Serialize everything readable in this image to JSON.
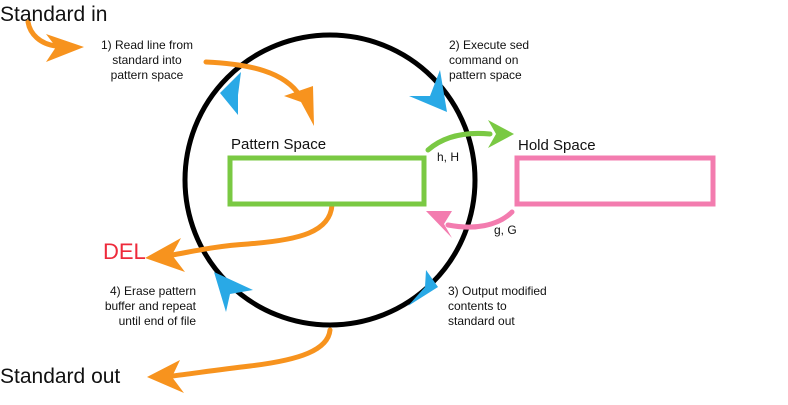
{
  "labels": {
    "standard_in": "Standard in",
    "standard_out": "Standard out",
    "del": "DEL",
    "pattern_space": "Pattern Space",
    "hold_space": "Hold Space",
    "hold_ops": "h, H",
    "get_ops": "g, G"
  },
  "steps": {
    "read": [
      "1) Read line from",
      "standard into",
      "pattern space"
    ],
    "execute": [
      "2) Execute sed",
      "command on",
      "pattern space"
    ],
    "output": [
      "3) Output modified",
      "contents to",
      "standard out"
    ],
    "erase": [
      "4) Erase pattern",
      "buffer and repeat",
      "until end of file"
    ]
  },
  "colors": {
    "orange": "#f7931e",
    "blue": "#29a9e6",
    "green": "#7ac943",
    "pink": "#f37caf",
    "red": "#ee2a3b",
    "black": "#000000"
  }
}
